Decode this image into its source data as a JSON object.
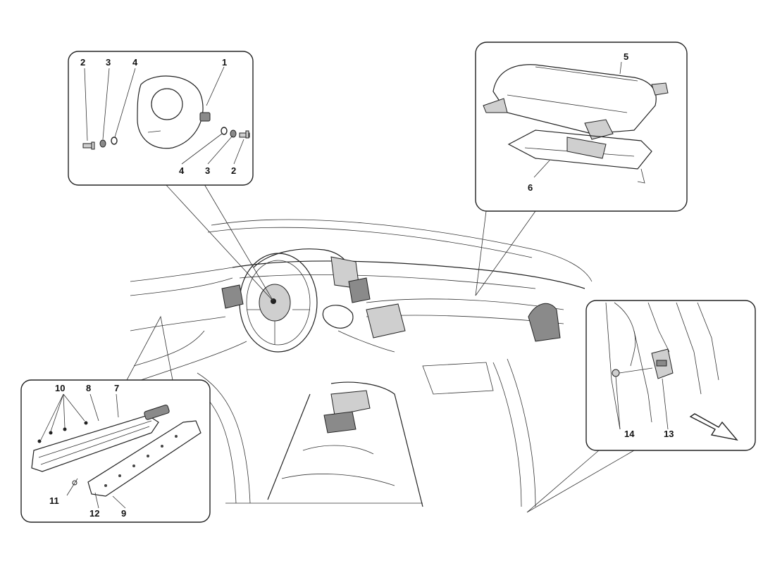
{
  "diagram": {
    "callouts": {
      "top_left": [
        {
          "id": "c2a",
          "label": "2"
        },
        {
          "id": "c3a",
          "label": "3"
        },
        {
          "id": "c4a",
          "label": "4"
        },
        {
          "id": "c1",
          "label": "1"
        },
        {
          "id": "c4b",
          "label": "4"
        },
        {
          "id": "c3b",
          "label": "3"
        },
        {
          "id": "c2b",
          "label": "2"
        }
      ],
      "top_right": [
        {
          "id": "c5",
          "label": "5"
        },
        {
          "id": "c6",
          "label": "6"
        }
      ],
      "bottom_left": [
        {
          "id": "c10",
          "label": "10"
        },
        {
          "id": "c8",
          "label": "8"
        },
        {
          "id": "c7",
          "label": "7"
        },
        {
          "id": "c11",
          "label": "11"
        },
        {
          "id": "c12",
          "label": "12"
        },
        {
          "id": "c9",
          "label": "9"
        }
      ],
      "bottom_right": [
        {
          "id": "c14",
          "label": "14"
        },
        {
          "id": "c13",
          "label": "13"
        }
      ]
    }
  }
}
